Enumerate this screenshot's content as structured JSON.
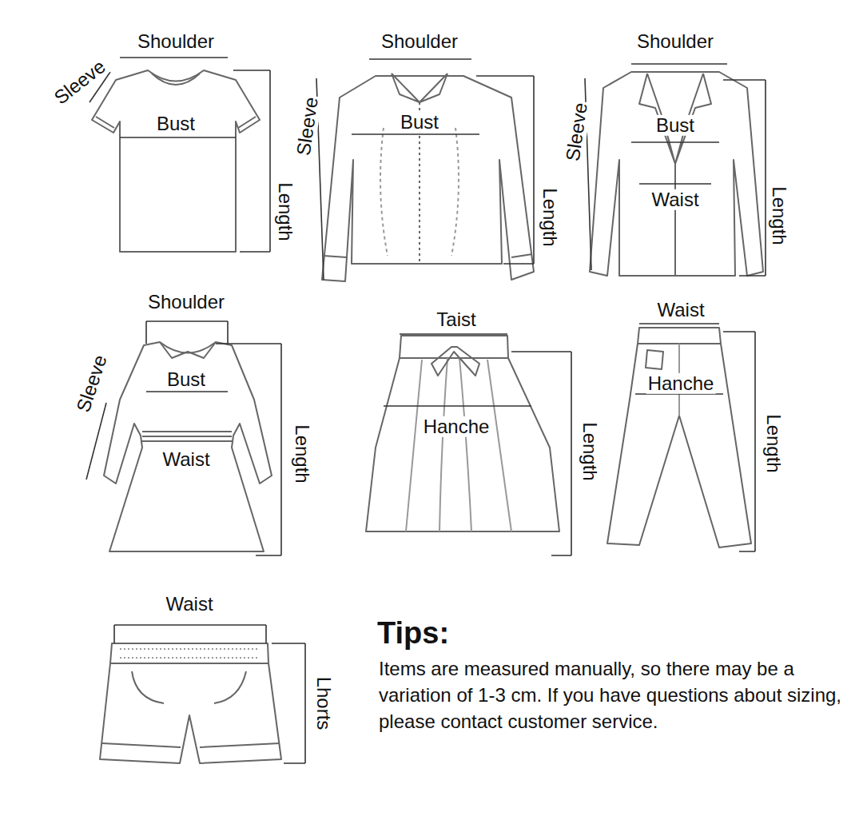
{
  "diagram": {
    "labels": [
      "Shoulder",
      "Sleeve",
      "Bust",
      "Length",
      "Shoulder",
      "Sleeve",
      "Bust",
      "Length",
      "Shoulder",
      "Sleeve",
      "Bust",
      "Waist",
      "Length",
      "Shoulder",
      "Sleeve",
      "Bust",
      "Waist",
      "Length",
      "Taist",
      "Hanche",
      "Length",
      "Waist",
      "Hanche",
      "Length",
      "Waist",
      "Lhorts",
      "Tips:",
      "Items are measured manually, so there may be a variation of 1-3 cm. If you have questions about sizing, please contact customer service."
    ]
  }
}
